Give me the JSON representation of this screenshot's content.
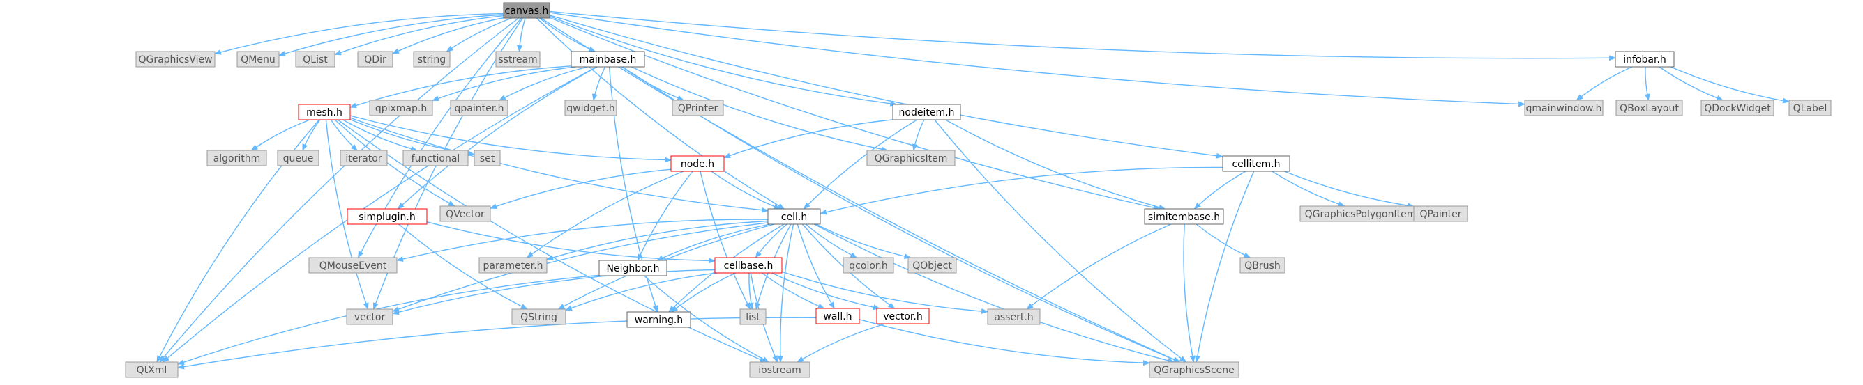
{
  "graph": {
    "nodes": [
      {
        "id": "canvas",
        "label": "canvas.h",
        "kind": "root"
      },
      {
        "id": "qgv",
        "label": "QGraphicsView",
        "kind": "system"
      },
      {
        "id": "qmenu",
        "label": "QMenu",
        "kind": "system"
      },
      {
        "id": "qlist",
        "label": "QList",
        "kind": "system"
      },
      {
        "id": "qdir",
        "label": "QDir",
        "kind": "system"
      },
      {
        "id": "string",
        "label": "string",
        "kind": "system"
      },
      {
        "id": "sstream",
        "label": "sstream",
        "kind": "system"
      },
      {
        "id": "mainbase",
        "label": "mainbase.h",
        "kind": "header"
      },
      {
        "id": "infobar",
        "label": "infobar.h",
        "kind": "header"
      },
      {
        "id": "qmainwindow",
        "label": "qmainwindow.h",
        "kind": "system"
      },
      {
        "id": "qboxlayout",
        "label": "QBoxLayout",
        "kind": "system"
      },
      {
        "id": "qdockwidget",
        "label": "QDockWidget",
        "kind": "system"
      },
      {
        "id": "qlabel",
        "label": "QLabel",
        "kind": "system"
      },
      {
        "id": "mesh",
        "label": "mesh.h",
        "kind": "truncated"
      },
      {
        "id": "qpixmap",
        "label": "qpixmap.h",
        "kind": "system"
      },
      {
        "id": "qpainterh",
        "label": "qpainter.h",
        "kind": "system"
      },
      {
        "id": "qwidget",
        "label": "qwidget.h",
        "kind": "system"
      },
      {
        "id": "qprinter",
        "label": "QPrinter",
        "kind": "system"
      },
      {
        "id": "nodeitem",
        "label": "nodeitem.h",
        "kind": "header"
      },
      {
        "id": "cellitem",
        "label": "cellitem.h",
        "kind": "header"
      },
      {
        "id": "algorithm",
        "label": "algorithm",
        "kind": "system"
      },
      {
        "id": "queue",
        "label": "queue",
        "kind": "system"
      },
      {
        "id": "iterator",
        "label": "iterator",
        "kind": "system"
      },
      {
        "id": "functional",
        "label": "functional",
        "kind": "system"
      },
      {
        "id": "set",
        "label": "set",
        "kind": "system"
      },
      {
        "id": "node",
        "label": "node.h",
        "kind": "truncated"
      },
      {
        "id": "qgitem",
        "label": "QGraphicsItem",
        "kind": "system"
      },
      {
        "id": "simitembase",
        "label": "simitembase.h",
        "kind": "header"
      },
      {
        "id": "qgpolyitem",
        "label": "QGraphicsPolygonItem",
        "kind": "system"
      },
      {
        "id": "qpainter",
        "label": "QPainter",
        "kind": "system"
      },
      {
        "id": "simplugin",
        "label": "simplugin.h",
        "kind": "truncated"
      },
      {
        "id": "qvector",
        "label": "QVector",
        "kind": "system"
      },
      {
        "id": "cell",
        "label": "cell.h",
        "kind": "header"
      },
      {
        "id": "qbrush",
        "label": "QBrush",
        "kind": "system"
      },
      {
        "id": "qmouseevent",
        "label": "QMouseEvent",
        "kind": "system"
      },
      {
        "id": "parameter",
        "label": "parameter.h",
        "kind": "system"
      },
      {
        "id": "neighbor",
        "label": "Neighbor.h",
        "kind": "header"
      },
      {
        "id": "cellbase",
        "label": "cellbase.h",
        "kind": "truncated"
      },
      {
        "id": "qcolor",
        "label": "qcolor.h",
        "kind": "system"
      },
      {
        "id": "qobject",
        "label": "QObject",
        "kind": "system"
      },
      {
        "id": "vector",
        "label": "vector",
        "kind": "system"
      },
      {
        "id": "qstring",
        "label": "QString",
        "kind": "system"
      },
      {
        "id": "warning",
        "label": "warning.h",
        "kind": "header"
      },
      {
        "id": "list",
        "label": "list",
        "kind": "system"
      },
      {
        "id": "wall",
        "label": "wall.h",
        "kind": "truncated"
      },
      {
        "id": "vectorh",
        "label": "vector.h",
        "kind": "truncated"
      },
      {
        "id": "assert",
        "label": "assert.h",
        "kind": "system"
      },
      {
        "id": "qtxml",
        "label": "QtXml",
        "kind": "system"
      },
      {
        "id": "iostream",
        "label": "iostream",
        "kind": "system"
      },
      {
        "id": "qgscene",
        "label": "QGraphicsScene",
        "kind": "system"
      }
    ],
    "edges": [
      [
        "canvas",
        "qgv"
      ],
      [
        "canvas",
        "qmenu"
      ],
      [
        "canvas",
        "qlist"
      ],
      [
        "canvas",
        "qdir"
      ],
      [
        "canvas",
        "string"
      ],
      [
        "canvas",
        "sstream"
      ],
      [
        "canvas",
        "mainbase"
      ],
      [
        "canvas",
        "infobar"
      ],
      [
        "canvas",
        "qmainwindow"
      ],
      [
        "canvas",
        "qgscene"
      ],
      [
        "canvas",
        "nodeitem"
      ],
      [
        "canvas",
        "cellitem"
      ],
      [
        "canvas",
        "cell"
      ],
      [
        "canvas",
        "simitembase"
      ],
      [
        "canvas",
        "qtxml"
      ],
      [
        "canvas",
        "vector"
      ],
      [
        "canvas",
        "qmouseevent"
      ],
      [
        "infobar",
        "qmainwindow"
      ],
      [
        "infobar",
        "qboxlayout"
      ],
      [
        "infobar",
        "qdockwidget"
      ],
      [
        "infobar",
        "qlabel"
      ],
      [
        "mainbase",
        "mesh"
      ],
      [
        "mainbase",
        "qpixmap"
      ],
      [
        "mainbase",
        "qpainterh"
      ],
      [
        "mainbase",
        "qwidget"
      ],
      [
        "mainbase",
        "qprinter"
      ],
      [
        "mainbase",
        "qgitem"
      ],
      [
        "mainbase",
        "qgscene"
      ],
      [
        "mainbase",
        "simplugin"
      ],
      [
        "mainbase",
        "qtxml"
      ],
      [
        "mainbase",
        "warning"
      ],
      [
        "mesh",
        "algorithm"
      ],
      [
        "mesh",
        "queue"
      ],
      [
        "mesh",
        "iterator"
      ],
      [
        "mesh",
        "functional"
      ],
      [
        "mesh",
        "set"
      ],
      [
        "mesh",
        "node"
      ],
      [
        "mesh",
        "cell"
      ],
      [
        "mesh",
        "qvector"
      ],
      [
        "mesh",
        "qtxml"
      ],
      [
        "mesh",
        "vector"
      ],
      [
        "mesh",
        "iostream"
      ],
      [
        "nodeitem",
        "qgitem"
      ],
      [
        "nodeitem",
        "node"
      ],
      [
        "nodeitem",
        "cell"
      ],
      [
        "nodeitem",
        "simitembase"
      ],
      [
        "nodeitem",
        "qgscene"
      ],
      [
        "cellitem",
        "cell"
      ],
      [
        "cellitem",
        "simitembase"
      ],
      [
        "cellitem",
        "qgpolyitem"
      ],
      [
        "cellitem",
        "qpainter"
      ],
      [
        "cellitem",
        "qgscene"
      ],
      [
        "node",
        "cell"
      ],
      [
        "node",
        "qvector"
      ],
      [
        "node",
        "neighbor"
      ],
      [
        "node",
        "parameter"
      ],
      [
        "node",
        "list"
      ],
      [
        "simitembase",
        "qbrush"
      ],
      [
        "simitembase",
        "qgscene"
      ],
      [
        "simitembase",
        "assert"
      ],
      [
        "simplugin",
        "cellbase"
      ],
      [
        "simplugin",
        "qstring"
      ],
      [
        "cell",
        "qmouseevent"
      ],
      [
        "cell",
        "parameter"
      ],
      [
        "cell",
        "neighbor"
      ],
      [
        "cell",
        "cellbase"
      ],
      [
        "cell",
        "qcolor"
      ],
      [
        "cell",
        "qobject"
      ],
      [
        "cell",
        "vector"
      ],
      [
        "cell",
        "qstring"
      ],
      [
        "cell",
        "warning"
      ],
      [
        "cell",
        "list"
      ],
      [
        "cell",
        "wall"
      ],
      [
        "cell",
        "vectorh"
      ],
      [
        "cell",
        "qgscene"
      ],
      [
        "cell",
        "iostream"
      ],
      [
        "neighbor",
        "iostream"
      ],
      [
        "neighbor",
        "qtxml"
      ],
      [
        "cellbase",
        "vector"
      ],
      [
        "cellbase",
        "qstring"
      ],
      [
        "cellbase",
        "warning"
      ],
      [
        "cellbase",
        "list"
      ],
      [
        "cellbase",
        "wall"
      ],
      [
        "cellbase",
        "vectorh"
      ],
      [
        "cellbase",
        "assert"
      ],
      [
        "cellbase",
        "iostream"
      ],
      [
        "wall",
        "qtxml"
      ],
      [
        "wall",
        "qgscene"
      ],
      [
        "vectorh",
        "iostream"
      ]
    ]
  },
  "colors": {
    "edge": "#63b8ff",
    "root_fill": "#999999",
    "system_fill": "#e0e0e0",
    "system_stroke": "#999999",
    "header_fill": "#ffffff",
    "header_stroke": "#666666",
    "truncated_stroke": "#ff0000"
  }
}
